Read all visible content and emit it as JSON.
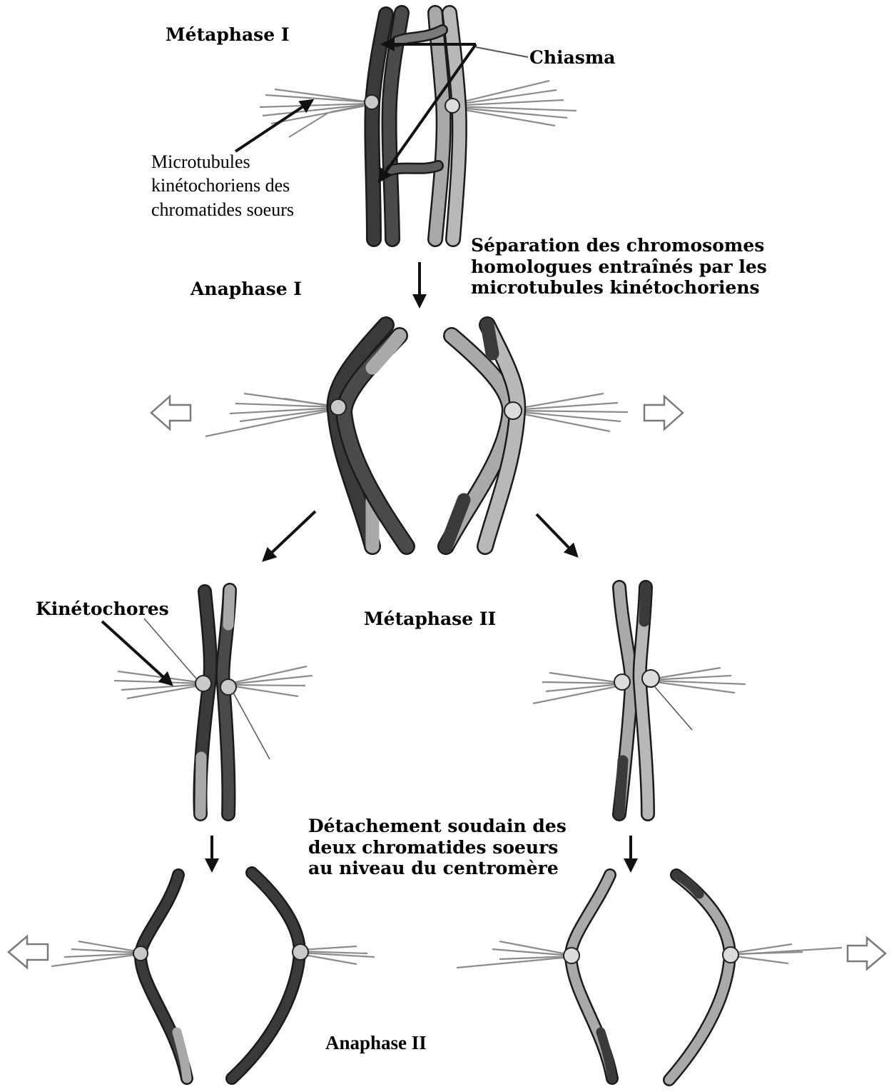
{
  "labels": {
    "metaphase_1": "Métaphase I",
    "chiasma": "Chiasma",
    "microtubules": [
      "Microtubules",
      "kinétochoriens des",
      "chromatides soeurs"
    ],
    "separation": [
      "Séparation des chromosomes",
      "homologues entraînés par les",
      "microtubules kinétochoriens"
    ],
    "anaphase_1": "Anaphase I",
    "kinetochores": "Kinétochores",
    "metaphase_2": "Métaphase II",
    "detachement": [
      "Détachement soudain des",
      "deux chromatides soeurs",
      "au niveau du centromère"
    ],
    "anaphase_2": "Anaphase II"
  },
  "colors": {
    "dark_chromosome": "#3a3a3a",
    "light_chromosome": "#a9a9a9",
    "outline": "#1a1a1a",
    "microtubule": "#8c8c8c",
    "arrow": "#111111",
    "hollow_arrow": "#7a7a7a"
  }
}
